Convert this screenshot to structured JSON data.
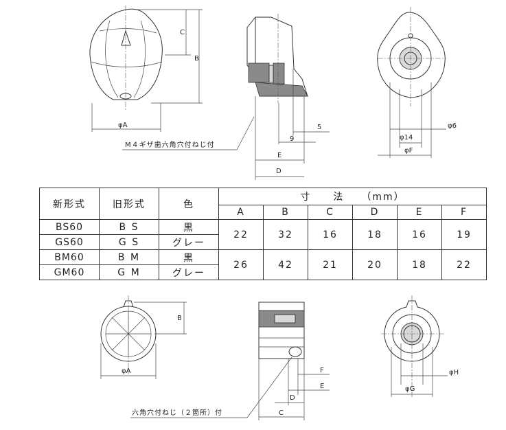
{
  "top_drawings": {
    "front_labels": {
      "c": "C",
      "b": "B",
      "a": "φA"
    },
    "side_labels": {
      "five": "5",
      "nine": "9",
      "e": "E",
      "d": "D"
    },
    "side_note": "M４ギザ歯六角穴付ねじ付",
    "rear_labels": {
      "f14": "φ14",
      "f": "φF",
      "f6": "φ6"
    }
  },
  "table": {
    "headers": {
      "new_type": "新形式",
      "old_type": "旧形式",
      "color": "色",
      "dimensions": "寸　　法　　（mm）",
      "cols": [
        "A",
        "B",
        "C",
        "D",
        "E",
        "F"
      ]
    },
    "rows": [
      {
        "new": "BS60",
        "old": "B S",
        "color": "黒"
      },
      {
        "new": "GS60",
        "old": "G S",
        "color": "グレー"
      },
      {
        "new": "BM60",
        "old": "B M",
        "color": "黒"
      },
      {
        "new": "GM60",
        "old": "G M",
        "color": "グレー"
      }
    ],
    "dims_group1": [
      "22",
      "32",
      "16",
      "18",
      "16",
      "19"
    ],
    "dims_group2": [
      "26",
      "42",
      "21",
      "20",
      "18",
      "22"
    ]
  },
  "bottom_drawings": {
    "front_labels": {
      "b": "B",
      "a": "φA"
    },
    "side_labels": {
      "f": "F",
      "e": "E",
      "d": "D",
      "c": "C"
    },
    "side_note": "六角穴付ねじ（２箇所）付",
    "rear_labels": {
      "h": "φH",
      "g": "φG"
    }
  }
}
